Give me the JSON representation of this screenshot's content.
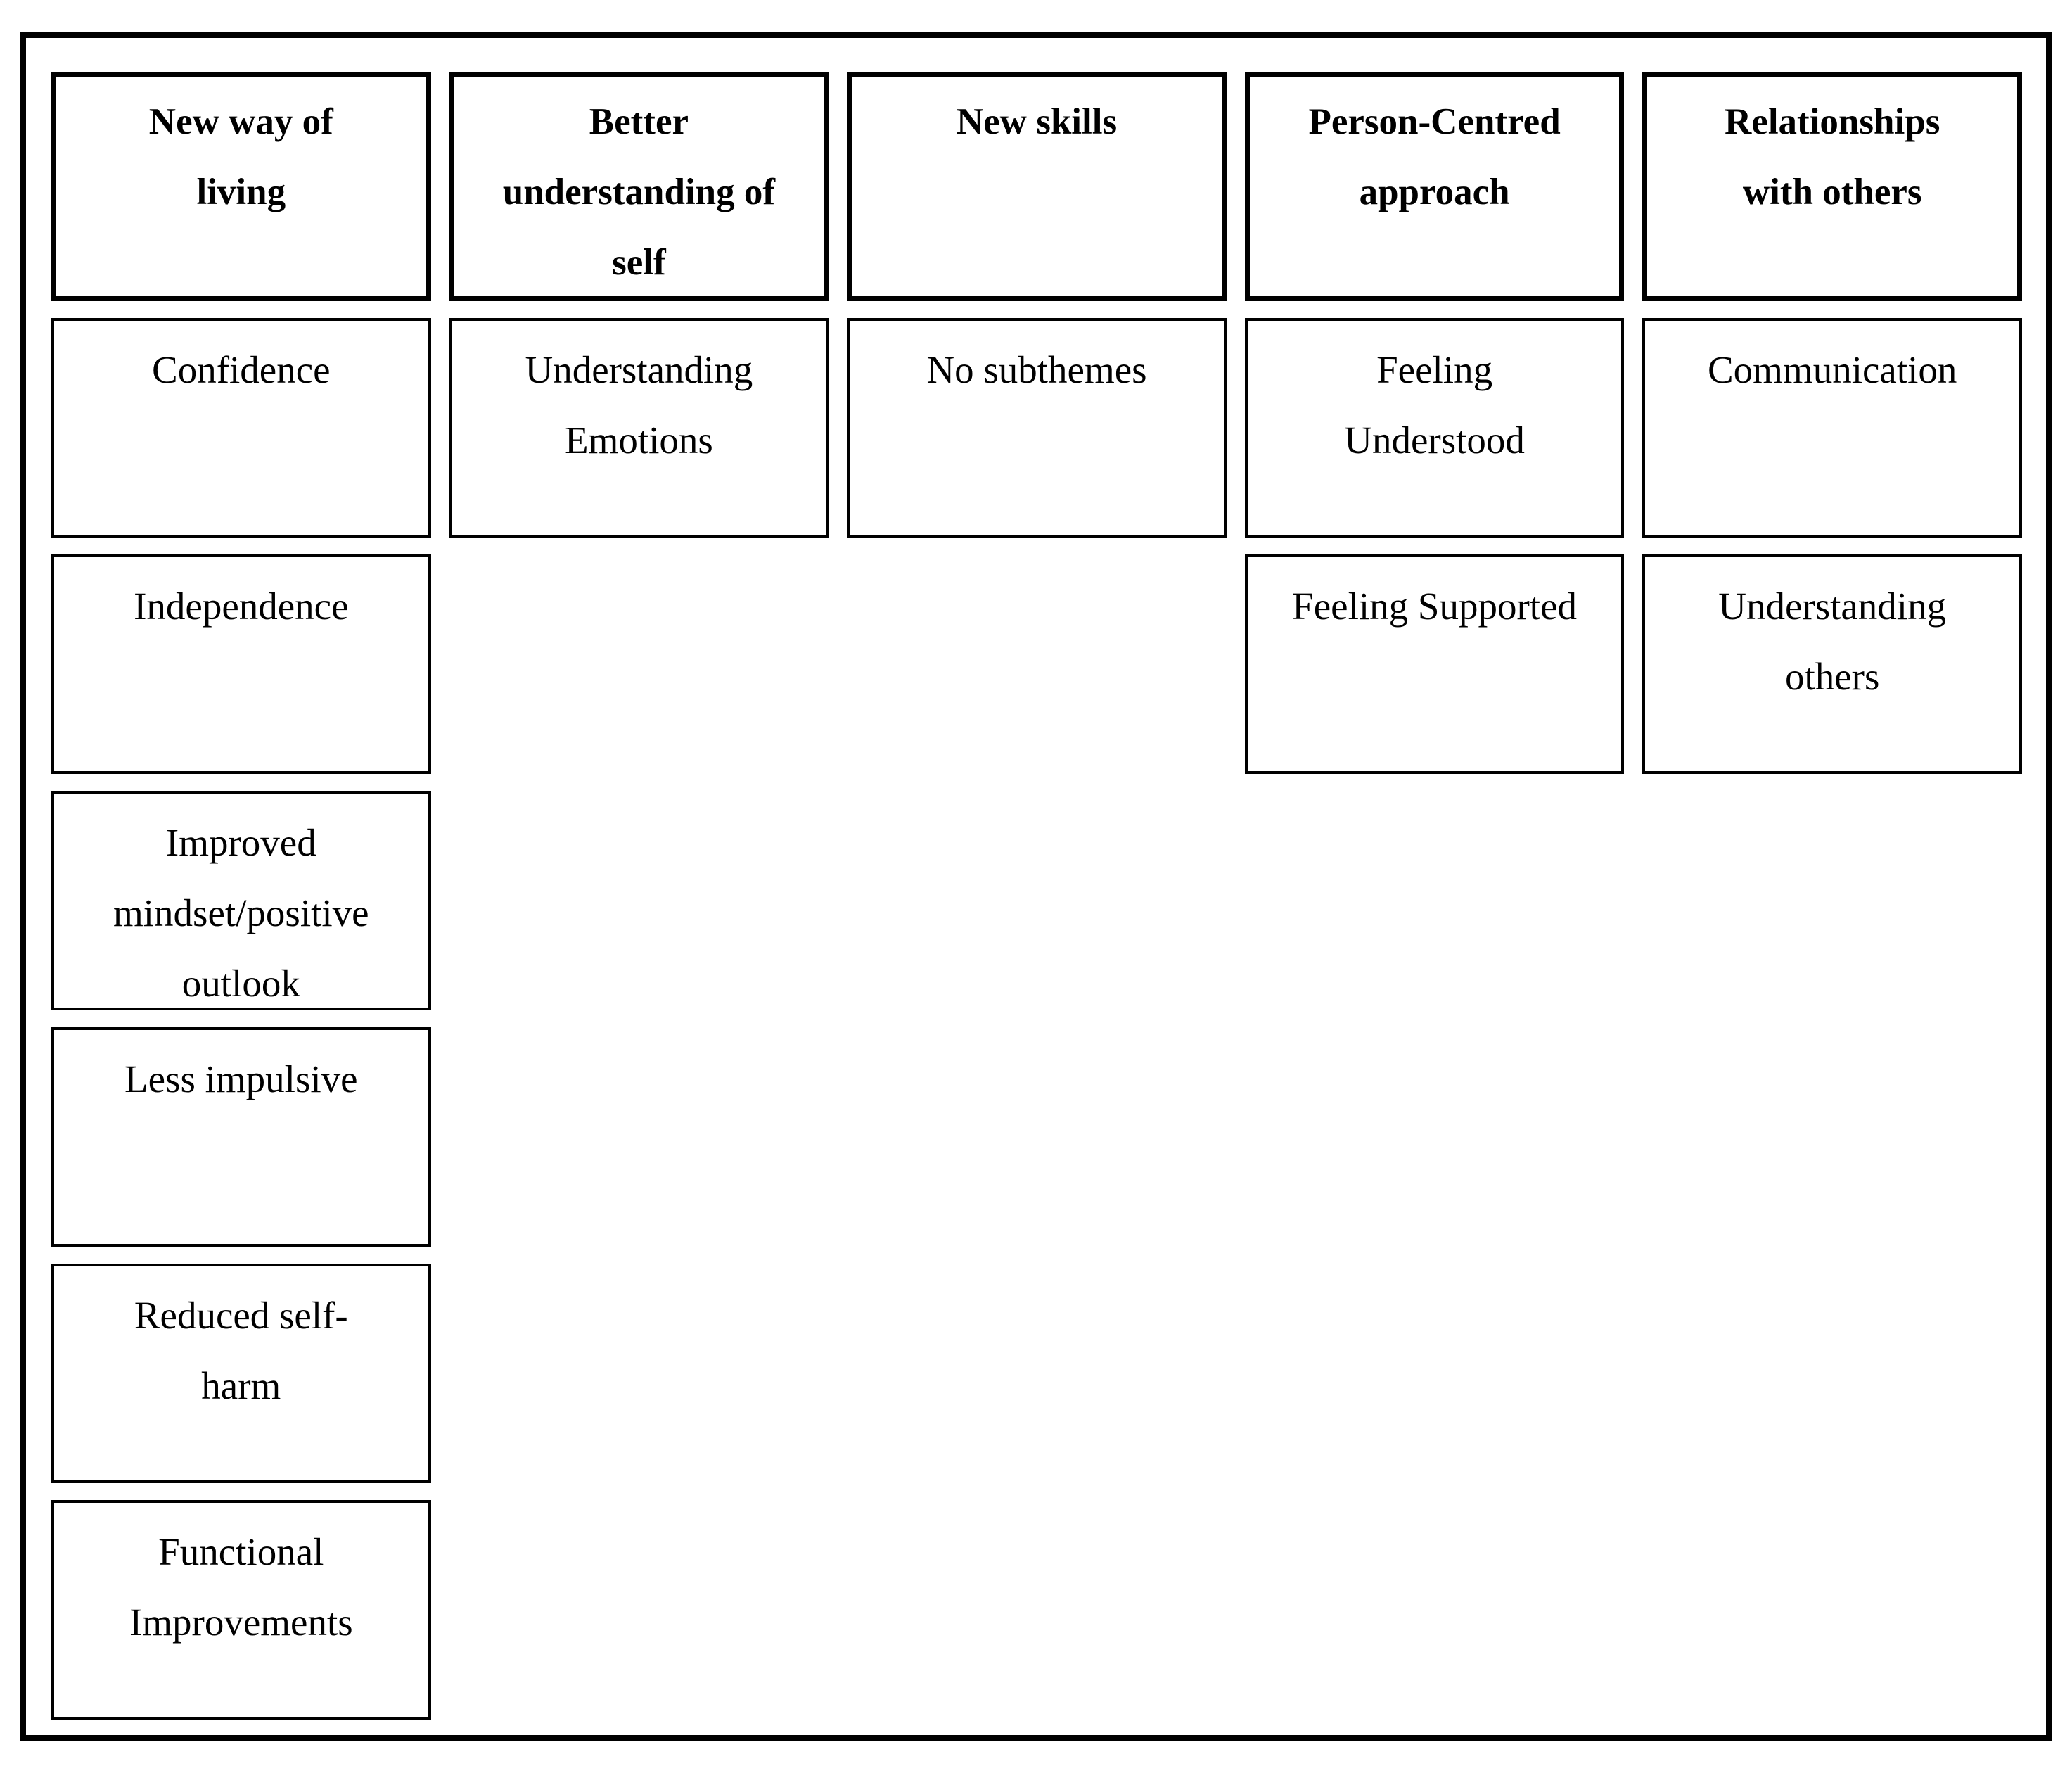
{
  "figure": {
    "colors": {
      "border": "#000000",
      "background": "#ffffff",
      "text": "#000000"
    },
    "columns": [
      {
        "theme": "New way of\nliving",
        "subthemes": [
          "Confidence",
          "Independence",
          "Improved\nmindset/positive\noutlook",
          "Less impulsive",
          "Reduced self-\nharm",
          "Functional\nImprovements"
        ]
      },
      {
        "theme": "Better\nunderstanding of\nself",
        "subthemes": [
          "Understanding\nEmotions"
        ]
      },
      {
        "theme": "New skills",
        "subthemes": [
          "No subthemes"
        ]
      },
      {
        "theme": "Person-Centred\napproach",
        "subthemes": [
          "Feeling\nUnderstood",
          "Feeling Supported"
        ]
      },
      {
        "theme": "Relationships\nwith others",
        "subthemes": [
          "Communication",
          "Understanding\nothers"
        ]
      }
    ]
  }
}
